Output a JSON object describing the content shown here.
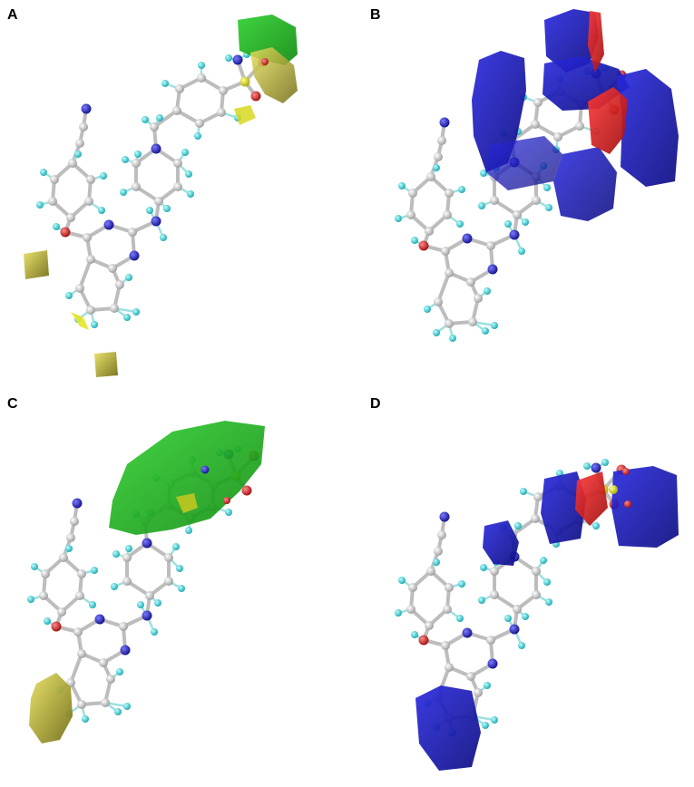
{
  "panels": [
    {
      "label": "A",
      "field_type": "steric/hydrophobic"
    },
    {
      "label": "B",
      "field_type": "electrostatic"
    },
    {
      "label": "C",
      "field_type": "steric/hydrophobic"
    },
    {
      "label": "D",
      "field_type": "electrostatic"
    }
  ],
  "colors": {
    "carbon": "#d8d8d8",
    "hydrogen": "#2bd4d4",
    "nitrogen": "#1a1acc",
    "oxygen": "#cc1a1a",
    "sulfur": "#d6d600",
    "contour_green": "#1fb01f",
    "contour_yellow": "#b8b020",
    "contour_blue": "#1a1ab0",
    "contour_red": "#d01818"
  }
}
